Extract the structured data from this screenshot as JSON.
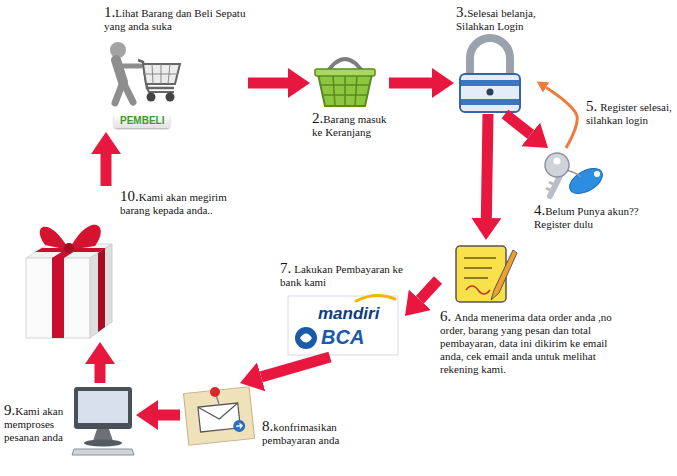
{
  "diagram": {
    "nodes": [
      {
        "text": [
          "1.",
          "Lihat Barang dan Beli Sepatu yang anda suka"
        ]
      },
      {
        "text": [
          "2.",
          "Barang masuk ke Keranjang"
        ]
      },
      {
        "text": [
          "3.",
          "Selesai belanja, Silahkan Login"
        ]
      },
      {
        "text": [
          "4.",
          "Belum Punya akun?? Register dulu"
        ]
      },
      {
        "text": [
          "5.",
          "Register selesai, silahkan login"
        ]
      },
      {
        "text": [
          "6.",
          "Anda menerima data order anda ,no order, barang yang pesan dan total pembayaran, data ini dikirim ke email anda, cek email anda untuk melihat rekening kami."
        ]
      },
      {
        "text": [
          "7.",
          "Lakukan Pembayaran ke bank kami"
        ]
      },
      {
        "text": [
          "8.",
          "konfrimasikan pembayaran anda"
        ]
      },
      {
        "text": [
          "9.",
          "Kami akan memproses pesanan anda"
        ]
      },
      {
        "text": [
          "10.",
          "Kami akan megirim barang kepada anda.."
        ]
      }
    ],
    "edges": [
      {
        "from": 0,
        "to": 1,
        "arrow": "to"
      },
      {
        "from": 1,
        "to": 2,
        "arrow": "to"
      },
      {
        "from": 2,
        "to": 3,
        "arrow": "to"
      },
      {
        "from": 3,
        "to": 2,
        "arrow": "to"
      },
      {
        "from": 2,
        "to": 5,
        "arrow": "to"
      },
      {
        "from": 5,
        "to": 6,
        "arrow": "to"
      },
      {
        "from": 6,
        "to": 7,
        "arrow": "to"
      },
      {
        "from": 7,
        "to": 8,
        "arrow": "to"
      },
      {
        "from": 8,
        "to": 9,
        "arrow": "to"
      },
      {
        "from": 9,
        "to": 0,
        "arrow": "to"
      }
    ],
    "labels": [
      "PEMBELI",
      "mandiri",
      "BCA"
    ]
  }
}
